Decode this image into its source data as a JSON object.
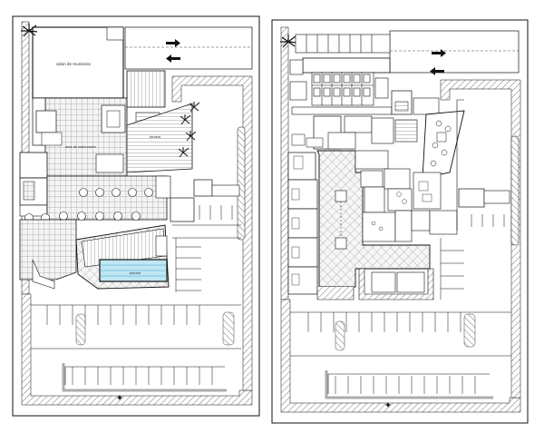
{
  "plans": [
    {
      "id": "left",
      "labels": {
        "hall": "salon de reuniones",
        "terrace": "terraza",
        "dining": "area de restaurante",
        "pool": "piscina"
      }
    },
    {
      "id": "right",
      "labels": {}
    }
  ],
  "colors": {
    "line": "#111111",
    "hatch": "#8a8a8a",
    "water": "#bfe6f3",
    "paper": "#ffffff"
  },
  "icons": [
    "arrow-right-icon",
    "arrow-left-icon",
    "palm-tree-icon",
    "north-marker-icon"
  ]
}
